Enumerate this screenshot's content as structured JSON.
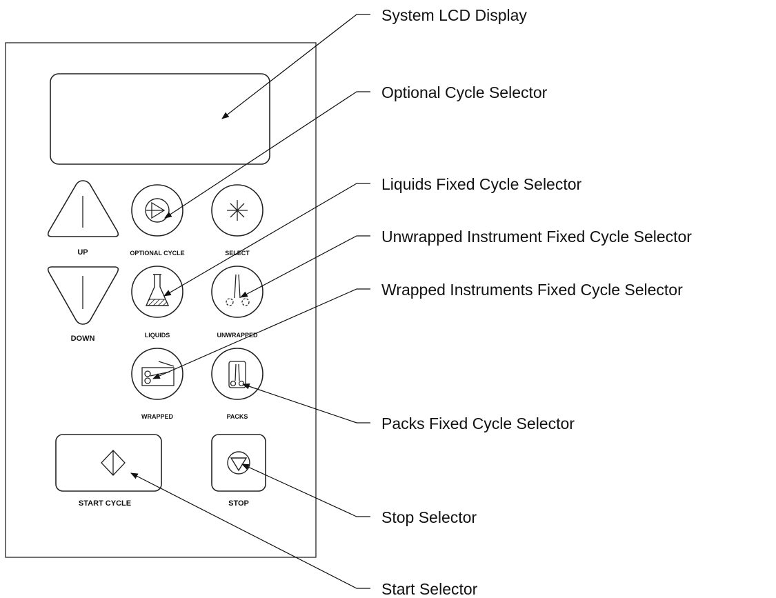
{
  "panel": {
    "buttons": {
      "up": "UP",
      "down": "DOWN",
      "optional_cycle": "OPTIONAL CYCLE",
      "select": "SELECT",
      "liquids": "LIQUIDS",
      "unwrapped": "UNWRAPPED",
      "wrapped": "WRAPPED",
      "packs": "PACKS",
      "start_cycle": "START CYCLE",
      "stop": "STOP"
    }
  },
  "callouts": {
    "lcd": "System LCD Display",
    "optional": "Optional Cycle Selector",
    "liquids": "Liquids Fixed Cycle Selector",
    "unwrapped": "Unwrapped Instrument Fixed Cycle Selector",
    "wrapped": "Wrapped Instruments Fixed Cycle Selector",
    "packs": "Packs Fixed Cycle Selector",
    "stop": "Stop Selector",
    "start": "Start Selector"
  }
}
